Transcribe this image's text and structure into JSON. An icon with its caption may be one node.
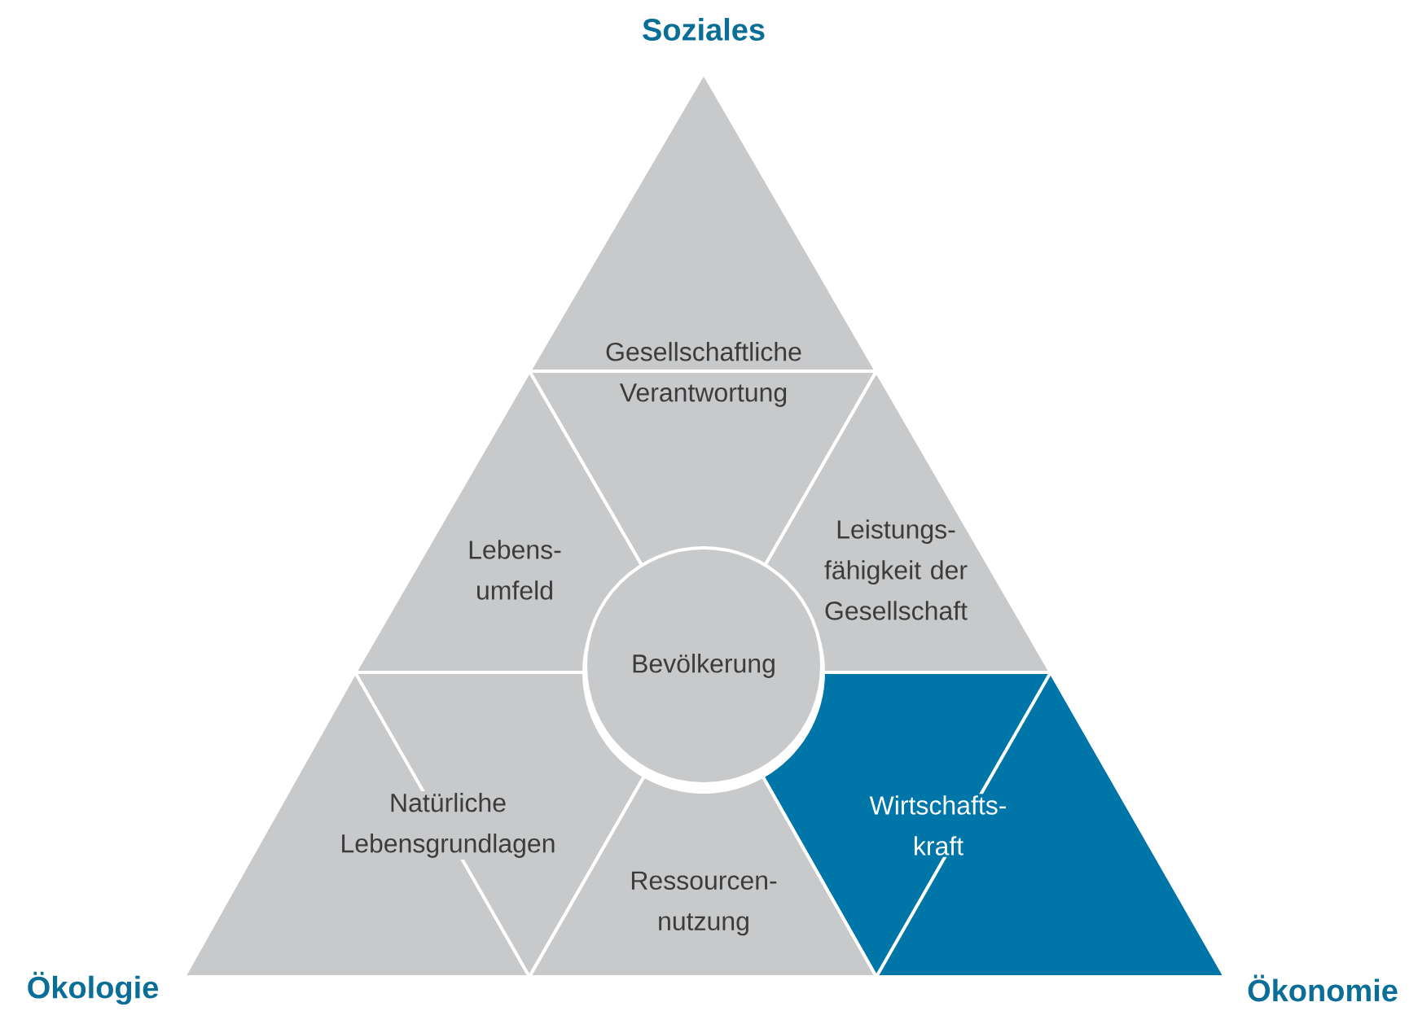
{
  "diagram": {
    "nodes": [
      {
        "text": [
          "Gesellschaftliche Verantwortung"
        ]
      },
      {
        "text": [
          "Lebens- umfeld"
        ]
      },
      {
        "text": [
          "Leistungs- fähigkeit der Gesellschaft"
        ]
      },
      {
        "text": [
          "Bevölkerung"
        ]
      },
      {
        "text": [
          "Natürliche Lebensgrundlagen"
        ]
      },
      {
        "text": [
          "Wirtschafts- kraft"
        ]
      },
      {
        "text": [
          "Ressourcen- nutzung"
        ]
      }
    ],
    "labels": [
      "Soziales",
      "Ökologie",
      "Ökonomie"
    ]
  }
}
